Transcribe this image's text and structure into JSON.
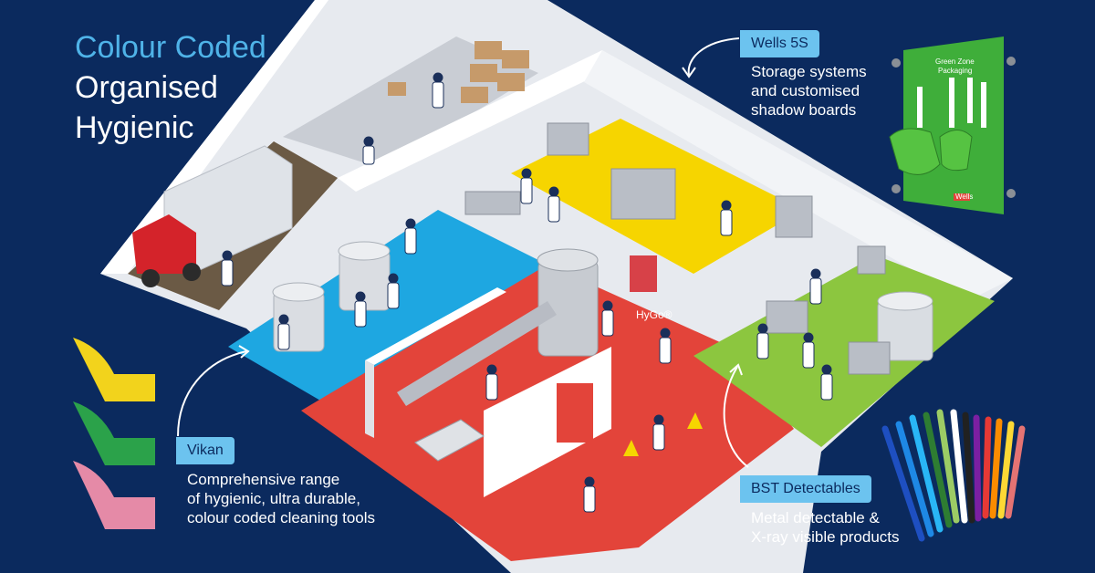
{
  "headline": {
    "line1": "Colour Coded",
    "line2": "Organised",
    "line3": "Hygienic"
  },
  "callouts": {
    "wells": {
      "tag": "Wells 5S",
      "desc_line1": "Storage systems",
      "desc_line2": "and customised",
      "desc_line3": "shadow boards"
    },
    "vikan": {
      "tag": "Vikan",
      "desc_line1": "Comprehensive range",
      "desc_line2": "of hygienic, ultra durable,",
      "desc_line3": "colour coded cleaning tools"
    },
    "bst": {
      "tag": "BST Detectables",
      "desc_line1": "Metal detectable &",
      "desc_line2": "X-ray visible products"
    }
  },
  "floor_label": "HyGo®",
  "shadow_board": {
    "title": "Green Zone",
    "subtitle": "Packaging",
    "brand": "Wells"
  },
  "colors": {
    "background": "#0b2a5e",
    "accent_blue": "#4fb3e8",
    "tag_bg": "#6cc3ef",
    "zone_blue": "#1ea7e1",
    "zone_yellow": "#f6d500",
    "zone_red": "#e3443a",
    "zone_green": "#8cc63f",
    "board_green": "#3fae3a"
  },
  "icons": [
    "truck-icon",
    "brush-icon",
    "pen-icon",
    "arrow-icon",
    "tank-icon",
    "worker-icon"
  ]
}
